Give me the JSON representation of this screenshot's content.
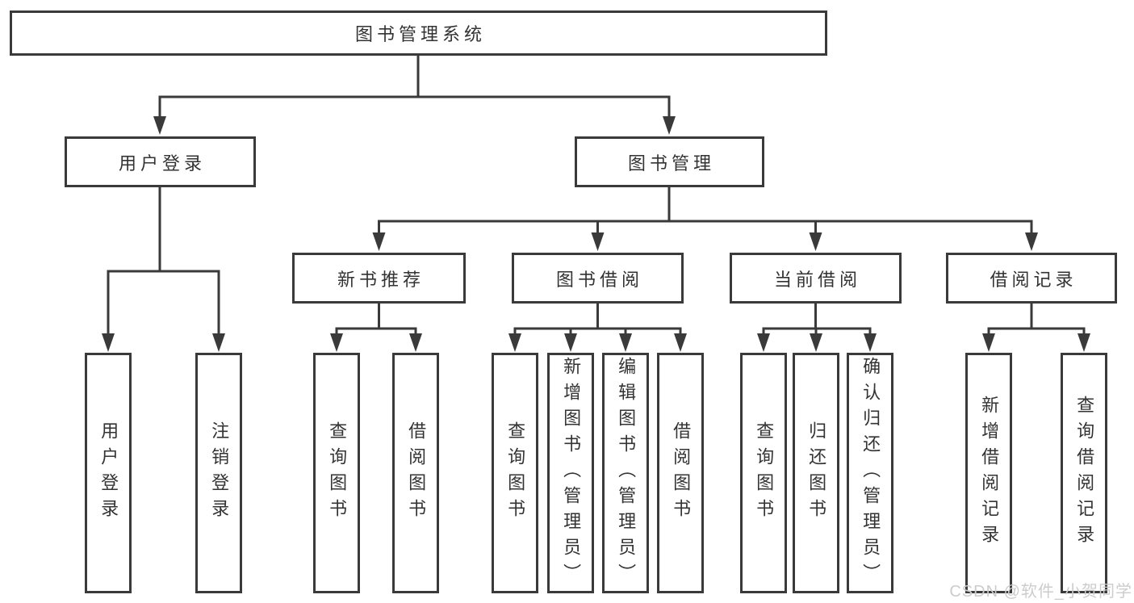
{
  "diagram": {
    "root": {
      "label": "图书管理系统"
    },
    "level2": [
      {
        "label": "用户登录"
      },
      {
        "label": "图书管理"
      }
    ],
    "level3": [
      {
        "label": "新书推荐"
      },
      {
        "label": "图书借阅"
      },
      {
        "label": "当前借阅"
      },
      {
        "label": "借阅记录"
      }
    ],
    "leaves": {
      "user_login": [
        {
          "label": "用户登录"
        },
        {
          "label": "注销登录"
        }
      ],
      "new_book": [
        {
          "label": "查询图书"
        },
        {
          "label": "借阅图书"
        }
      ],
      "book_borrow": [
        {
          "label": "查询图书"
        },
        {
          "label": "新增图书（管理员）"
        },
        {
          "label": "编辑图书（管理员）"
        },
        {
          "label": "借阅图书"
        }
      ],
      "current_borrow": [
        {
          "label": "查询图书"
        },
        {
          "label": "归还图书"
        },
        {
          "label": "确认归还（管理员）"
        }
      ],
      "borrow_records": [
        {
          "label": "新增借阅记录"
        },
        {
          "label": "查询借阅记录"
        }
      ]
    }
  },
  "watermark": {
    "text": "CSDN @软件_小贺同学"
  },
  "colors": {
    "line": "#3a3a3a",
    "box_border": "#3a3a3a",
    "text": "#333333",
    "background": "#ffffff",
    "watermark": "#cccccc"
  }
}
